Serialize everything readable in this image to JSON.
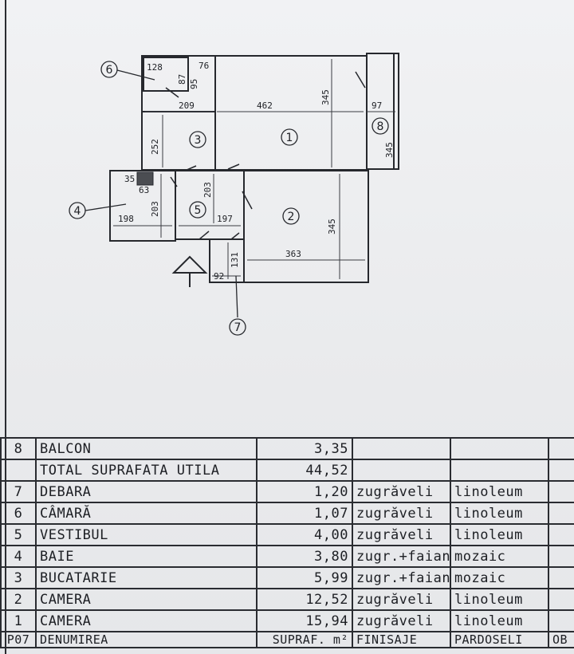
{
  "plan": {
    "dims": {
      "d128": "128",
      "d76": "76",
      "d87": "87",
      "d95": "95",
      "d345a": "345",
      "d209": "209",
      "d462": "462",
      "d97": "97",
      "d252": "252",
      "d345b": "345",
      "d35": "35",
      "d63": "63",
      "d203a": "203",
      "d203b": "203",
      "d198": "198",
      "d197": "197",
      "d345c": "345",
      "d363": "363",
      "d131": "131",
      "d92": "92"
    },
    "room_numbers": [
      "1",
      "2",
      "3",
      "4",
      "5",
      "6",
      "7",
      "8"
    ]
  },
  "table": {
    "rows": [
      {
        "no": "8",
        "name": "BALCON",
        "area": "3,35",
        "finish": "",
        "floor": ""
      },
      {
        "no": "",
        "name": "TOTAL SUPRAFATA UTILA",
        "area": "44,52",
        "finish": "",
        "floor": ""
      },
      {
        "no": "7",
        "name": "DEBARA",
        "area": "1,20",
        "finish": "zugrăveli",
        "floor": "linoleum"
      },
      {
        "no": "6",
        "name": "CÂMARĂ",
        "area": "1,07",
        "finish": "zugrăveli",
        "floor": "linoleum"
      },
      {
        "no": "5",
        "name": "VESTIBUL",
        "area": "4,00",
        "finish": "zugrăveli",
        "floor": "linoleum"
      },
      {
        "no": "4",
        "name": "BAIE",
        "area": "3,80",
        "finish": "zugr.+faianță",
        "floor": "mozaic"
      },
      {
        "no": "3",
        "name": "BUCATARIE",
        "area": "5,99",
        "finish": "zugr.+faianță",
        "floor": "mozaic"
      },
      {
        "no": "2",
        "name": "CAMERA",
        "area": "12,52",
        "finish": "zugrăveli",
        "floor": "linoleum"
      },
      {
        "no": "1",
        "name": "CAMERA",
        "area": "15,94",
        "finish": "zugrăveli",
        "floor": "linoleum"
      }
    ],
    "header": {
      "no": "P07",
      "name": "DENUMIREA",
      "area": "SUPRAF. m²",
      "finish": "FINISAJE",
      "floor": "PARDOSELI",
      "extra": "OB"
    }
  }
}
